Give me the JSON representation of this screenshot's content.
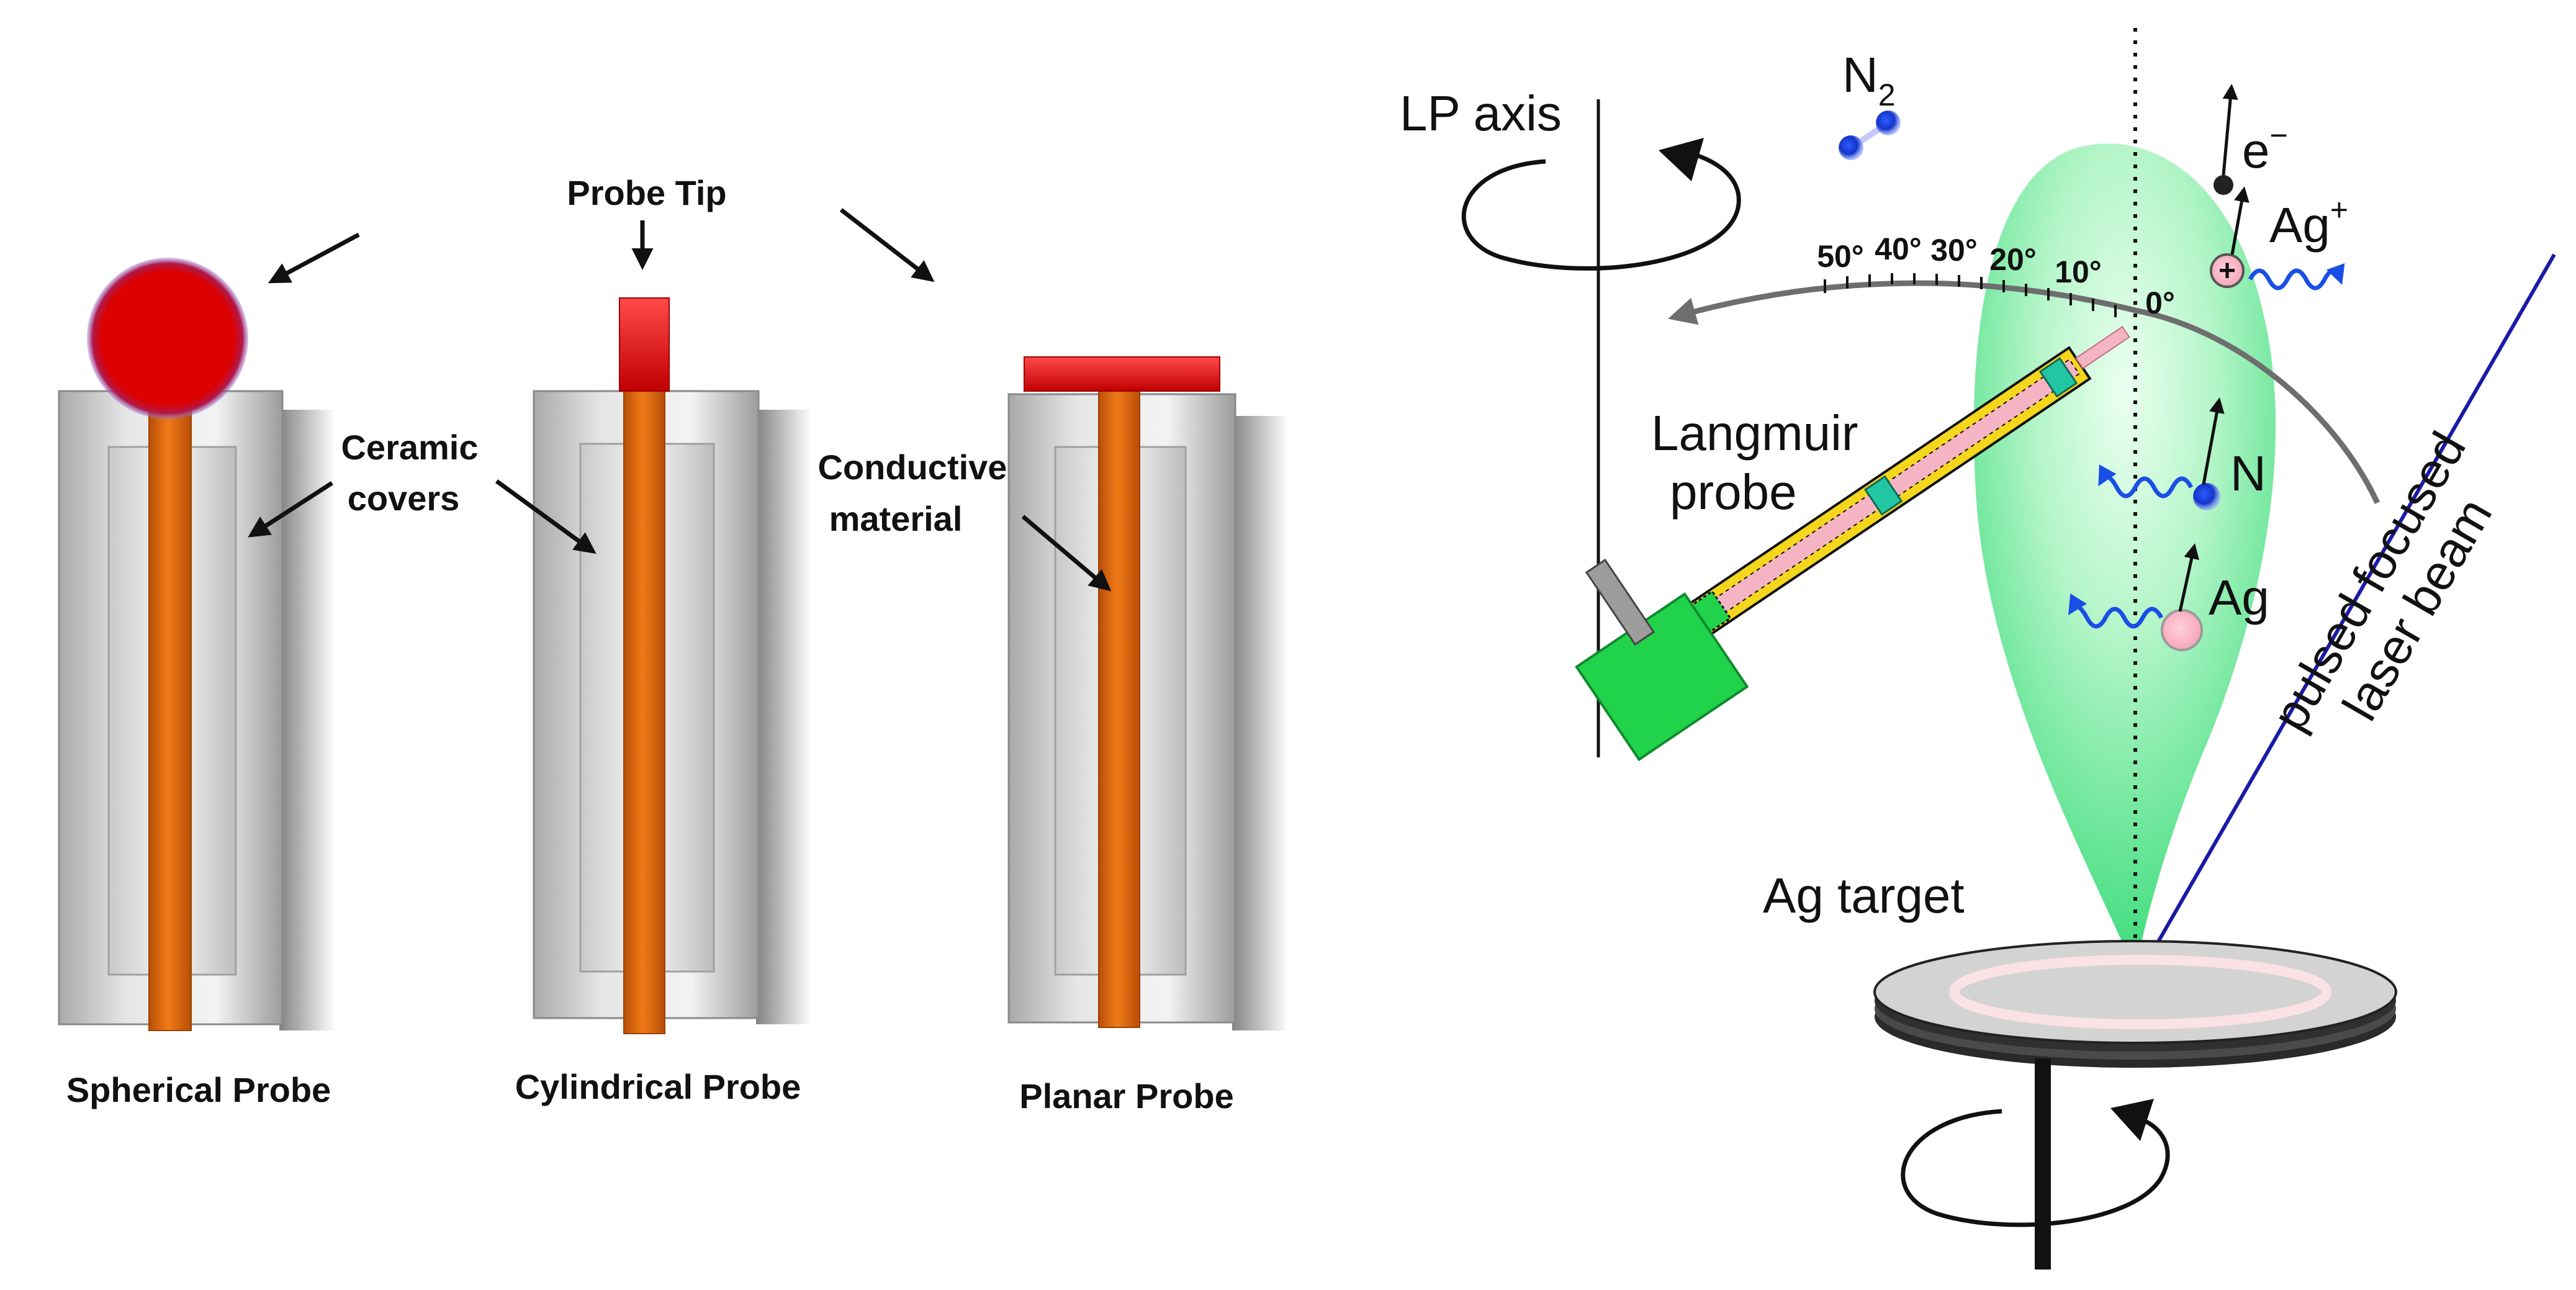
{
  "left_panel": {
    "probe_tip": "Probe Tip",
    "ceramic_1": "Ceramic",
    "ceramic_2": "covers",
    "conductive_1": "Conductive",
    "conductive_2": "material",
    "spherical": "Spherical Probe",
    "cylindrical": "Cylindrical Probe",
    "planar": "Planar Probe"
  },
  "right_panel": {
    "lp_axis": "LP axis",
    "n2_main": "N",
    "n2_sub": "2",
    "electron_main": "e",
    "electron_sup": "−",
    "ag_ion_main": "Ag",
    "ag_ion_sup": "+",
    "plus_sign": "+",
    "nitrogen": "N",
    "silver": "Ag",
    "langmuir_1": "Langmuir",
    "langmuir_2": "probe",
    "ag_target": "Ag target",
    "laser_1": "pulsed focused",
    "laser_2": "laser beam",
    "angles": [
      "50°",
      "40°",
      "30°",
      "20°",
      "10°",
      "0°"
    ]
  },
  "colors": {
    "tip_red": "#dd0000",
    "wire_orange": "#e26d10",
    "plume_green": "#33e07a",
    "laser_blue": "#1a1aa8",
    "box_green": "#21d24b",
    "probe_yellow": "#f4d61c"
  }
}
